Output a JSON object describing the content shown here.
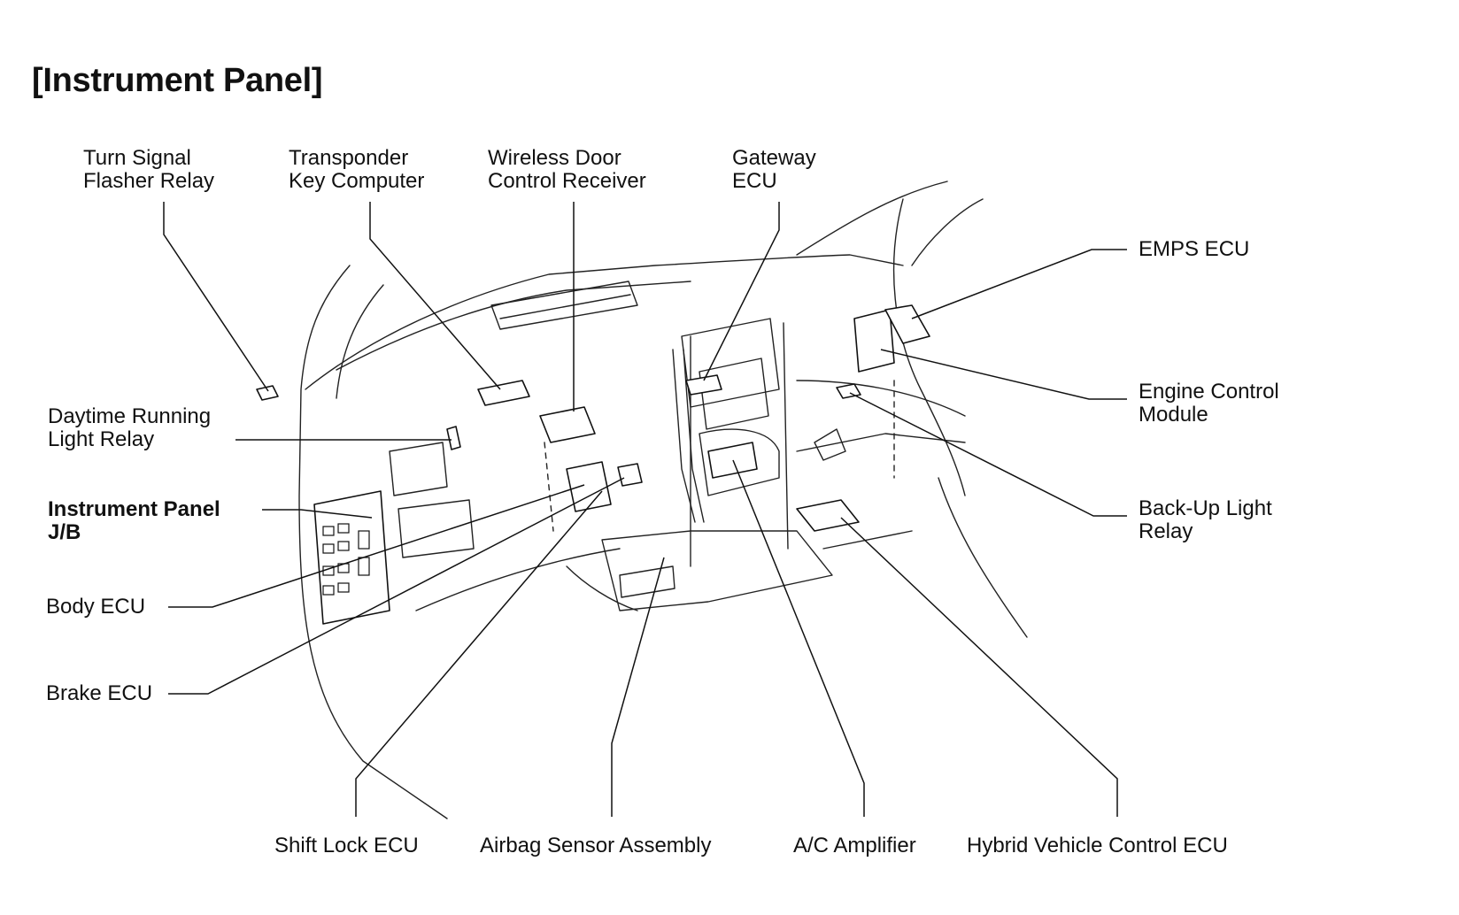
{
  "title": "[Instrument Panel]",
  "labels": {
    "turn_signal_flasher_relay": [
      "Turn Signal",
      "Flasher Relay"
    ],
    "transponder_key_computer": [
      "Transponder",
      "Key Computer"
    ],
    "wireless_door_control_receiver": [
      "Wireless Door",
      "Control Receiver"
    ],
    "gateway_ecu": [
      "Gateway",
      "ECU"
    ],
    "emps_ecu": [
      "EMPS ECU"
    ],
    "engine_control_module": [
      "Engine Control",
      "Module"
    ],
    "daytime_running_light_relay": [
      "Daytime Running",
      "Light Relay"
    ],
    "instrument_panel_jb": [
      "Instrument Panel",
      "J/B"
    ],
    "back_up_light_relay": [
      "Back-Up Light",
      "Relay"
    ],
    "body_ecu": [
      "Body ECU"
    ],
    "brake_ecu": [
      "Brake ECU"
    ],
    "shift_lock_ecu": [
      "Shift Lock ECU"
    ],
    "airbag_sensor_assembly": [
      "Airbag Sensor Assembly"
    ],
    "ac_amplifier": [
      "A/C Amplifier"
    ],
    "hybrid_vehicle_control_ecu": [
      "Hybrid Vehicle Control ECU"
    ]
  }
}
